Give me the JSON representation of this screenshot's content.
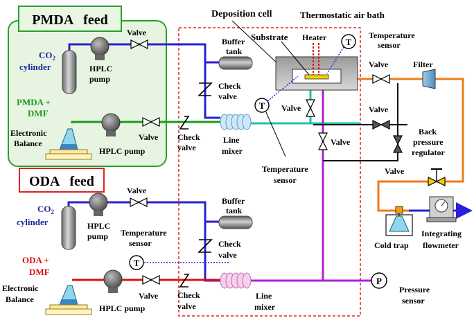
{
  "colors": {
    "co2_line": "#2a1fd6",
    "pmda_line": "#1a9a1a",
    "oda_line": "#e01010",
    "purple_line": "#b01fd0",
    "teal_line": "#20c0b0",
    "orange_line": "#f07b17",
    "black_line": "#111111",
    "feed_box_fill": "#e8f4e2",
    "feed_box_border": "#2aa02a",
    "oda_box_border": "#e02020",
    "zone_border": "#e02020",
    "label_blue": "#1a2a9a",
    "label_green": "#1f9a1f",
    "label_red": "#e01010"
  },
  "titles": {
    "pmda_feed": "PMDA   feed",
    "oda_feed": "ODA   feed",
    "deposition_cell": "Deposition cell",
    "thermostatic_air_bath": "Thermostatic air bath"
  },
  "labels": {
    "co2_cylinder_top_1": "CO",
    "co2_cylinder_top_sub": "2",
    "co2_cylinder_top_2": "cylinder",
    "co2_cylinder_bot_1": "CO",
    "co2_cylinder_bot_sub": "2",
    "co2_cylinder_bot_2": "cylinder",
    "pmda_dmf_1": "PMDA +",
    "pmda_dmf_2": "DMF",
    "oda_dmf_1": "ODA +",
    "oda_dmf_2": "DMF",
    "electronic_balance_top_1": "Electronic",
    "electronic_balance_top_2": "Balance",
    "electronic_balance_bot_1": "Electronic",
    "electronic_balance_bot_2": "Balance",
    "hplc_pump_1a": "HPLC",
    "hplc_pump_1b": "pump",
    "hplc_pump_2": "HPLC pump",
    "hplc_pump_3a": "HPLC",
    "hplc_pump_3b": "pump",
    "hplc_pump_4": "HPLC pump",
    "valve_1": "Valve",
    "valve_2": "Valve",
    "valve_3": "Valve",
    "valve_4": "Valve",
    "valve_cell": "Valve",
    "valve_mid": "Valve",
    "valve_right_top": "Valve",
    "valve_right_mid": "Valve",
    "valve_right_low": "Valve",
    "buffer_tank_top_1": "Buffer",
    "buffer_tank_top_2": "tank",
    "buffer_tank_bot_1": "Buffer",
    "buffer_tank_bot_2": "tank",
    "check_valve_1a": "Check",
    "check_valve_1b": "valve",
    "check_valve_2a": "Check",
    "check_valve_2b": "valve",
    "check_valve_3a": "Check",
    "check_valve_3b": "valve",
    "check_valve_4a": "Check",
    "check_valve_4b": "valve",
    "line_mixer_top_1": "Line",
    "line_mixer_top_2": "mixer",
    "line_mixer_bot_1": "Line",
    "line_mixer_bot_2": "mixer",
    "substrate": "Substrate",
    "heater": "Heater",
    "temperature_sensor_tr_1": "Temperature",
    "temperature_sensor_tr_2": "sensor",
    "temperature_sensor_mid_1": "Temperature",
    "temperature_sensor_mid_2": "sensor",
    "temperature_sensor_low_1": "Temperature",
    "temperature_sensor_low_2": "sensor",
    "filter": "Filter",
    "back_pressure_1": "Back",
    "back_pressure_2": "pressure",
    "back_pressure_3": "regulator",
    "cold_trap": "Cold trap",
    "integrating_1": "Integrating",
    "integrating_2": "flowmeter",
    "pressure_sensor_1": "Pressure",
    "pressure_sensor_2": "sensor",
    "sensor_T": "T",
    "sensor_P": "P"
  }
}
